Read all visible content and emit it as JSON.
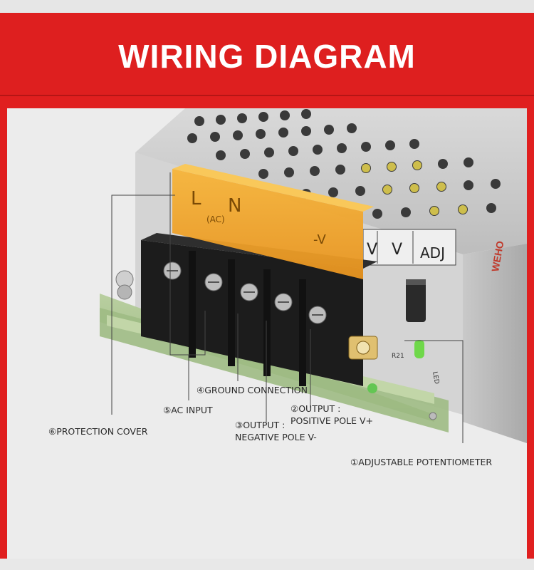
{
  "header": {
    "title": "WIRING DIAGRAM"
  },
  "device": {
    "terminal_labels": [
      "L",
      "N",
      "V",
      "V",
      "ADJ"
    ],
    "terminal_sub_labels": [
      "(AC)",
      "-V"
    ],
    "brand_partial": "WEHO",
    "board_labels": [
      "R21",
      "LED"
    ]
  },
  "callouts": {
    "c1": "①ADJUSTABLE POTENTIOMETER",
    "c2_line1": "②OUTPUT :",
    "c2_line2": "POSITIVE POLE V+",
    "c3_line1": "③OUTPUT :",
    "c3_line2": "NEGATIVE POLE V-",
    "c4": "④GROUND CONNECTION",
    "c5": "⑤AC INPUT",
    "c6": "⑥PROTECTION COVER"
  },
  "colors": {
    "brand_red": "#de1f1f",
    "cover_amber": "#f2a52a",
    "chassis_silver": "#c8c8c8",
    "board_green": "#9fbf8a",
    "terminal_black": "#1c1c1c"
  }
}
